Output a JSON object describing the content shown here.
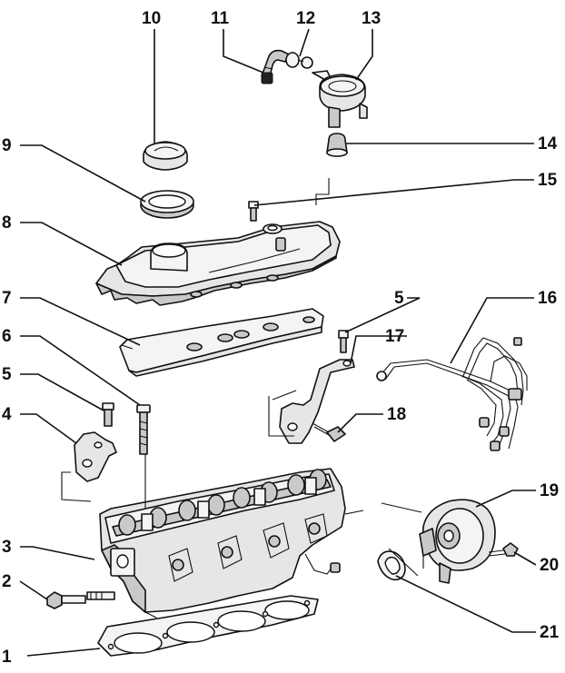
{
  "callouts": {
    "c1": "1",
    "c2": "2",
    "c3": "3",
    "c4": "4",
    "c5a": "5",
    "c5b": "5",
    "c6": "6",
    "c7": "7",
    "c8": "8",
    "c9": "9",
    "c10": "10",
    "c11": "11",
    "c12": "12",
    "c13": "13",
    "c14": "14",
    "c15": "15",
    "c16": "16",
    "c17": "17",
    "c18": "18",
    "c19": "19",
    "c20": "20",
    "c21": "21"
  }
}
